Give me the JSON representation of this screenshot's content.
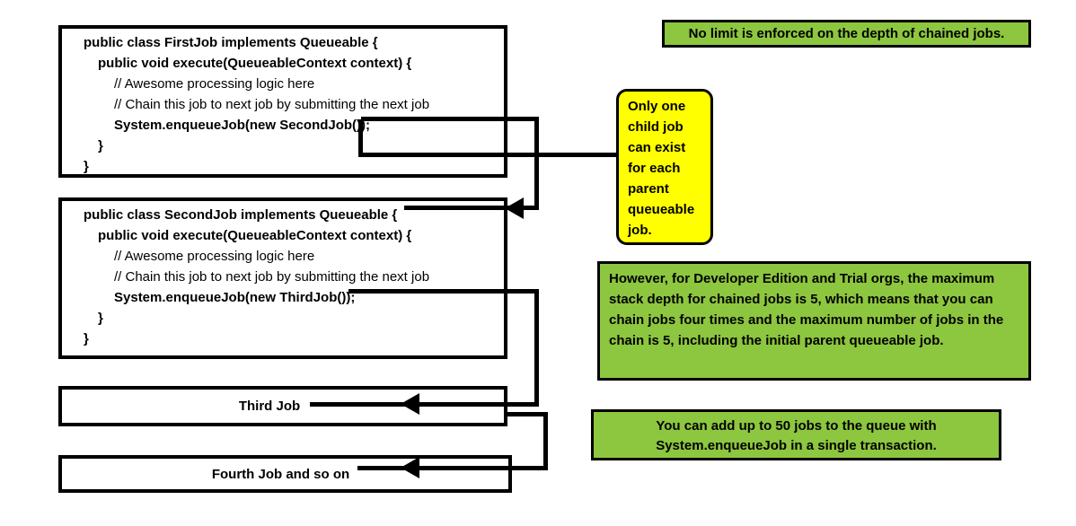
{
  "colors": {
    "green": "#8DC63F",
    "yellow": "#FFFF00",
    "line": "#000000"
  },
  "first_job": {
    "lines": [
      "public class FirstJob implements Queueable {",
      "public void execute(QueueableContext context) {",
      "// Awesome processing logic here",
      "// Chain this job to next job by submitting the next job",
      "System.enqueueJob(new SecondJob());",
      "}",
      "}"
    ]
  },
  "second_job": {
    "lines": [
      "public class SecondJob implements Queueable {",
      "public void execute(QueueableContext context) {",
      "// Awesome processing logic here",
      "// Chain this job to next job by submitting the next job",
      "System.enqueueJob(new ThirdJob());",
      "}",
      "}"
    ]
  },
  "third_job": {
    "label": "Third Job"
  },
  "fourth_job": {
    "label": "Fourth Job and so on"
  },
  "notes": {
    "no_limit": "No limit is enforced on the depth of chained jobs.",
    "only_one_child": "Only one child job can exist for each parent queueable job.",
    "dev_edition_depth": "However, for Developer Edition and Trial orgs, the maximum stack depth for chained jobs is 5, which means that you can chain jobs four times and the maximum number of jobs in the chain is 5, including the initial parent queueable job.",
    "queue_limit": "You can add up to 50 jobs to the queue with System.enqueueJob in a single transaction."
  }
}
